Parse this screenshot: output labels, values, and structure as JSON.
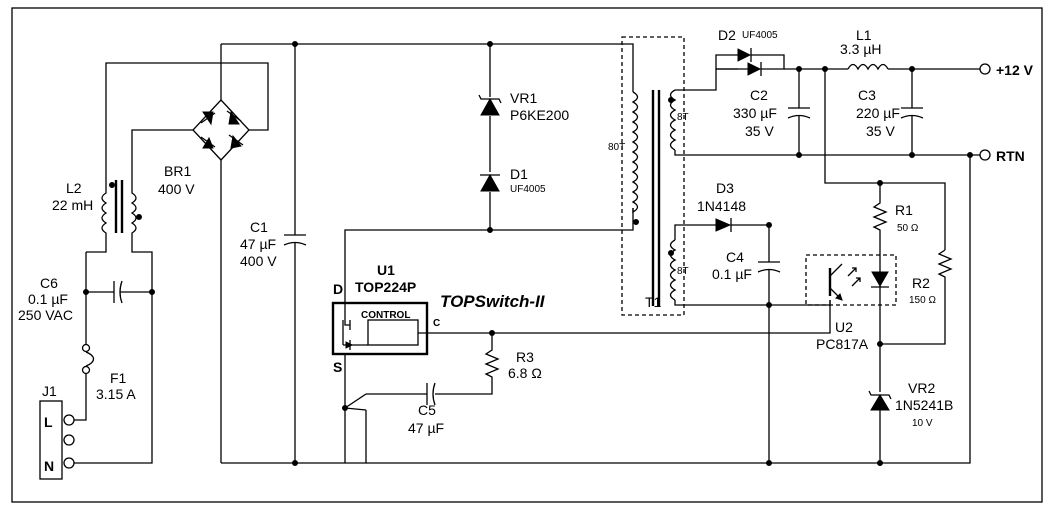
{
  "title": "TOPSwitch-II",
  "components": {
    "vr1": {
      "ref": "VR1",
      "value": "P6KE200"
    },
    "d1": {
      "ref": "D1",
      "value": "UF4005"
    },
    "d2": {
      "ref": "D2",
      "value": "UF4005"
    },
    "l1": {
      "ref": "L1",
      "value": "3.3 µH"
    },
    "c2": {
      "ref": "C2",
      "value": "330 µF",
      "rating": "35 V"
    },
    "c3": {
      "ref": "C3",
      "value": "220 µF",
      "rating": "35 V"
    },
    "br1": {
      "ref": "BR1",
      "value": "400 V"
    },
    "l2": {
      "ref": "L2",
      "value": "22 mH"
    },
    "c1": {
      "ref": "C1",
      "value": "47 µF",
      "rating": "400 V"
    },
    "c6": {
      "ref": "C6",
      "value": "0.1 µF",
      "rating": "250 VAC"
    },
    "f1": {
      "ref": "F1",
      "value": "3.15 A"
    },
    "j1": {
      "ref": "J1",
      "pin_l": "L",
      "pin_n": "N"
    },
    "u1": {
      "ref": "U1",
      "part": "TOP224P",
      "block": "CONTROL",
      "pin_d": "D",
      "pin_s": "S",
      "pin_c": "C"
    },
    "d3": {
      "ref": "D3",
      "value": "1N4148"
    },
    "c4": {
      "ref": "C4",
      "value": "0.1 µF"
    },
    "r1": {
      "ref": "R1",
      "value": "50 Ω"
    },
    "r2": {
      "ref": "R2",
      "value": "150 Ω"
    },
    "r3": {
      "ref": "R3",
      "value": "6.8 Ω"
    },
    "c5": {
      "ref": "C5",
      "value": "47 µF"
    },
    "u2": {
      "ref": "U2",
      "part": "PC817A"
    },
    "vr2": {
      "ref": "VR2",
      "value": "1N5241B",
      "rating": "10 V"
    },
    "t1": {
      "ref": "T1",
      "primary_turns": "80T",
      "secondary_turns": "8T",
      "bias_turns": "8T"
    }
  },
  "outputs": {
    "pos": "+12 V",
    "rtn": "RTN"
  }
}
